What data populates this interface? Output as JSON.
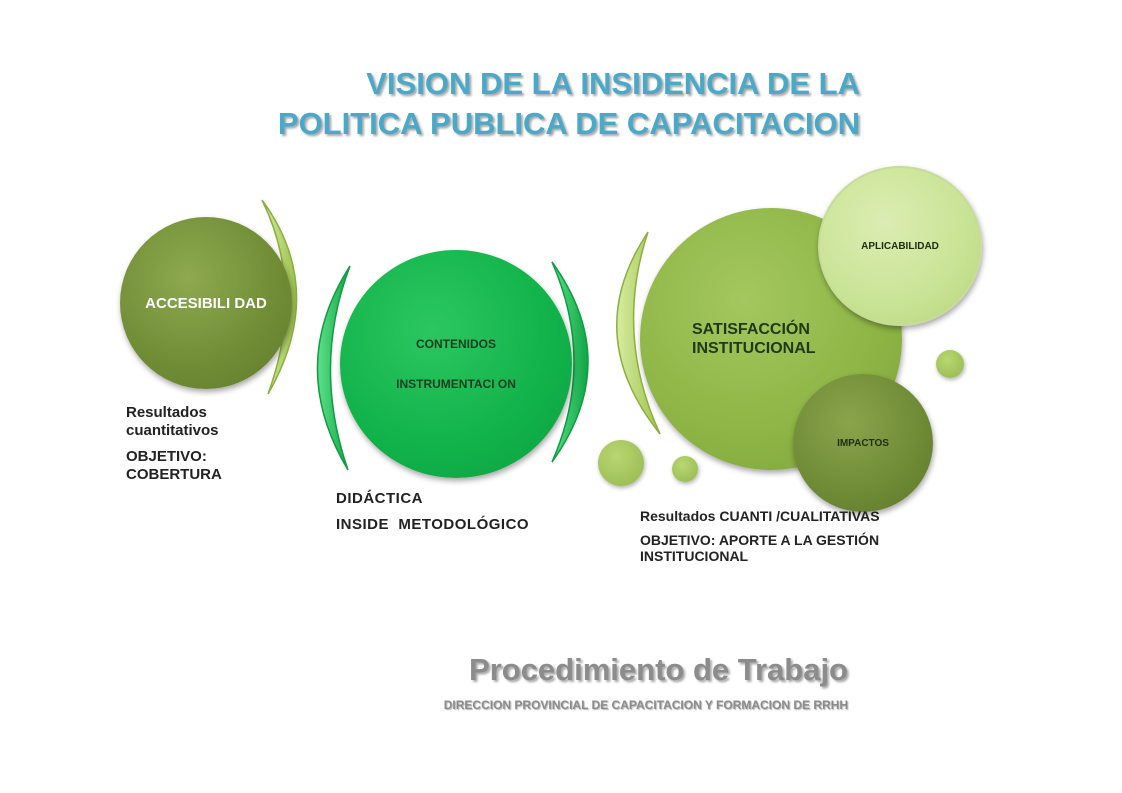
{
  "title": {
    "line1": "VISION DE LA INSIDENCIA DE LA",
    "line2": "POLITICA PUBLICA DE CAPACITACION"
  },
  "circles": {
    "accesibilidad": "ACCESIBILI DAD",
    "contenidos": "CONTENIDOS",
    "instrumentacion": "INSTRUMENTACI ON",
    "satisfaccion_line1": "SATISFACCIÓN",
    "satisfaccion_line2": "INSTITUCIONAL",
    "aplicabilidad": "APLICABILIDAD",
    "impactos": "IMPACTOS"
  },
  "texts": {
    "left": {
      "line1": "Resultados cuantitativos",
      "line2": "OBJETIVO: COBERTURA"
    },
    "middle": {
      "line1": "DIDÁCTICA",
      "line2": "INSIDE  METODOLÓGICO"
    },
    "right": {
      "line1": "Resultados CUANTI /CUALITATIVAS",
      "line2": "OBJETIVO: APORTE A LA GESTIÓN INSTITUCIONAL"
    }
  },
  "footer": {
    "title": "Procedimiento de Trabajo",
    "subtitle": "DIRECCION PROVINCIAL DE CAPACITACION Y FORMACION DE RRHH"
  },
  "colors": {
    "title": "#4aa8c9",
    "accesibilidad": "#6f8c35",
    "contenidos": "#11b24a",
    "satisfaccion": "#8db445",
    "aplicabilidad": "#c9e394",
    "impactos": "#6f8a35",
    "footer": "#8c8c8c"
  }
}
